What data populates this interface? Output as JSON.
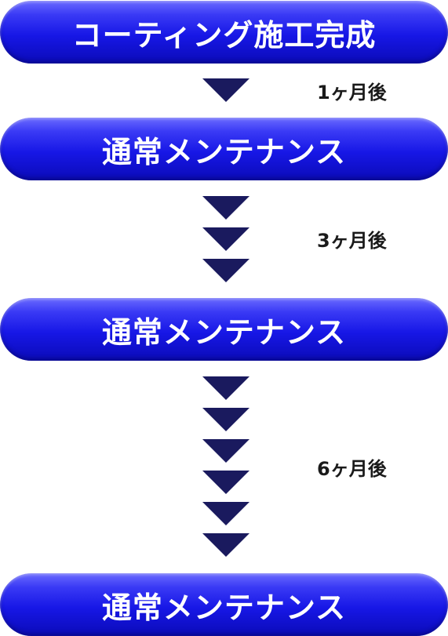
{
  "steps": [
    {
      "label": "コーティング施工完成"
    },
    {
      "label": "通常メンテナンス"
    },
    {
      "label": "通常メンテナンス"
    },
    {
      "label": "通常メンテナンス"
    }
  ],
  "intervals": [
    {
      "label": "1ヶ月後",
      "arrow_count": 1
    },
    {
      "label": "3ヶ月後",
      "arrow_count": 3
    },
    {
      "label": "6ヶ月後",
      "arrow_count": 6
    }
  ],
  "colors": {
    "pill_gradient_top": "#6b6bff",
    "pill_gradient_bottom": "#0b0bb8",
    "arrow": "#1a1a5e",
    "pill_text": "#ffffff",
    "interval_text": "#1a1a1a"
  }
}
